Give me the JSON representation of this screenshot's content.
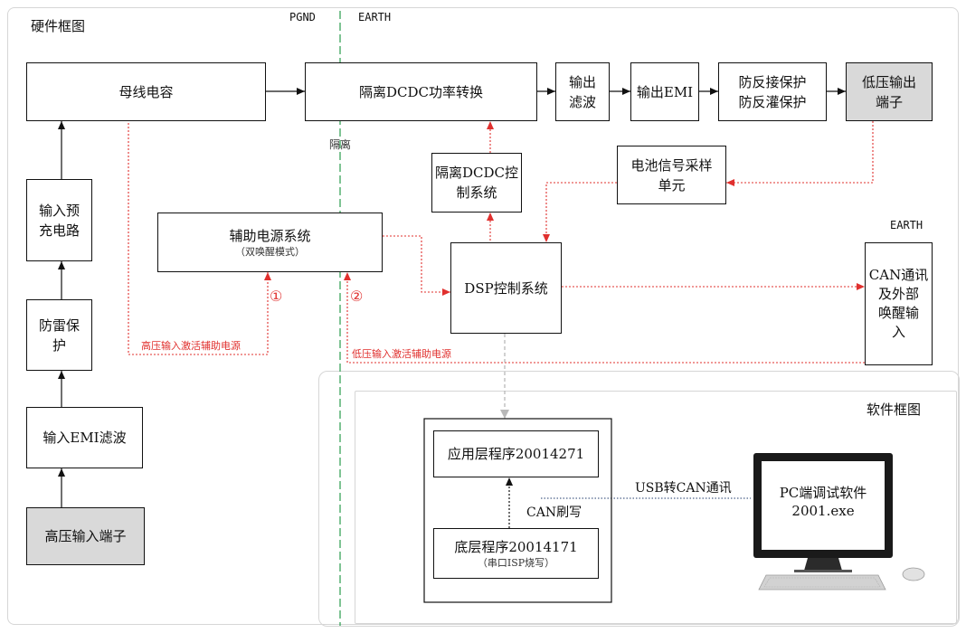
{
  "hardware": {
    "title": "硬件框图",
    "pgnd": "PGND",
    "earth_top": "EARTH",
    "earth_right": "EARTH",
    "isolation": "隔离",
    "bus_cap": "母线电容",
    "dcdc_power": "隔离DCDC功率转换",
    "output_filter": "输出\n滤波",
    "output_emi": "输出EMI",
    "protection": "防反接保护\n防反灌保护",
    "lv_output_terminal": "低压输出\n端子",
    "dcdc_control": "隔离DCDC控\n制系统",
    "battery_sampling": "电池信号采样\n单元",
    "aux_power": "辅助电源系统",
    "aux_power_sub": "（双唤醒模式）",
    "dsp": "DSP控制系统",
    "can_wakeup": "CAN通讯\n及外部\n唤醒输\n入",
    "precharge": "输入预\n充电路",
    "surge": "防雷保\n护",
    "input_emi": "输入EMI滤波",
    "hv_input_terminal": "高压输入端子",
    "marker_1": "①",
    "marker_2": "②",
    "hv_activate": "高压输入激活辅助电源",
    "lv_activate": "低压输入激活辅助电源"
  },
  "software": {
    "title": "软件框图",
    "app_program": "应用层程序20014271",
    "boot_program": "底层程序20014171",
    "boot_sub": "（串口ISP烧写）",
    "can_flash": "CAN刷写",
    "usb_can": "USB转CAN通讯",
    "pc_software_line1": "PC端调试软件",
    "pc_software_line2": "2001.exe"
  },
  "colors": {
    "black_line": "#111111",
    "red_dotted": "#e0302e",
    "green_dashed": "#3aa35b",
    "gray_dashed": "#b8b8b8",
    "terminal_fill": "#d9d9d9",
    "frame_border": "#d6d6d6"
  },
  "icons": {
    "monitor": "monitor-icon",
    "keyboard": "keyboard-icon",
    "mouse": "mouse-icon"
  }
}
